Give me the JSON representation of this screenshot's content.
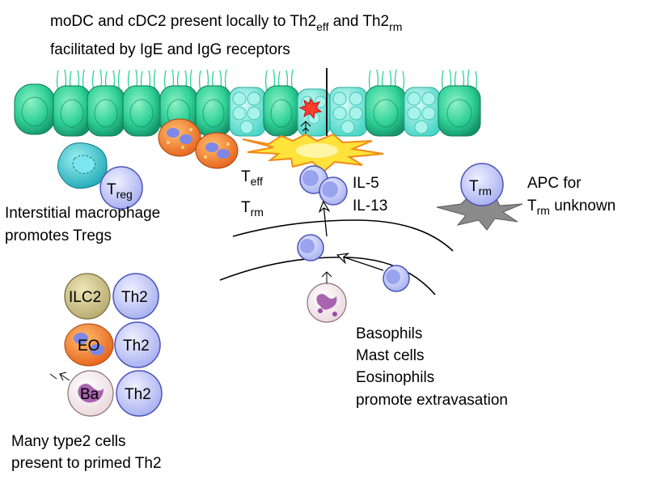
{
  "header": {
    "line1_a": "moDC and cDC2 present locally to Th2",
    "line1_sub1": "eff",
    "line1_b": " and Th2",
    "line1_sub2": "rm",
    "line2": "facilitated by IgE and IgG receptors"
  },
  "left_labels": {
    "treg_main": "T",
    "treg_sub": "reg",
    "macrophage_line1": "Interstitial macrophage",
    "macrophage_line2": "promotes Tregs"
  },
  "center_labels": {
    "teff_main": "T",
    "teff_sub": "eff",
    "trm_main": "T",
    "trm_sub": "rm",
    "il5": "IL-5",
    "il13": "IL-13"
  },
  "right_labels": {
    "trm_cell_main": "T",
    "trm_cell_sub": "rm",
    "apc_line1": "APC for",
    "apc_line2_main": "T",
    "apc_line2_sub": "rm",
    "apc_line2_rest": " unknown"
  },
  "cells_left": {
    "ilc2": "ILC2",
    "th2_1": "Th2",
    "eo": "EO",
    "th2_2": "Th2",
    "ba": "Ba",
    "th2_3": "Th2"
  },
  "bottom_left": {
    "line1": "Many type2 cells",
    "line2": "present to primed Th2"
  },
  "bottom_right": {
    "line1": "Basophils",
    "line2": "Mast cells",
    "line3": "Eosinophils",
    "line4": "promote extravasation"
  },
  "colors": {
    "epithelium": "#2fd197",
    "club_cell": "#6fe8d8",
    "lymphocyte": "#b9bff2",
    "lymph_nucleus": "#7f89e6",
    "macrophage": "#27bfc9",
    "eosinophil": "#f07a2a",
    "ilc2": "#c9bf8a",
    "burst": "#ffe23a"
  }
}
